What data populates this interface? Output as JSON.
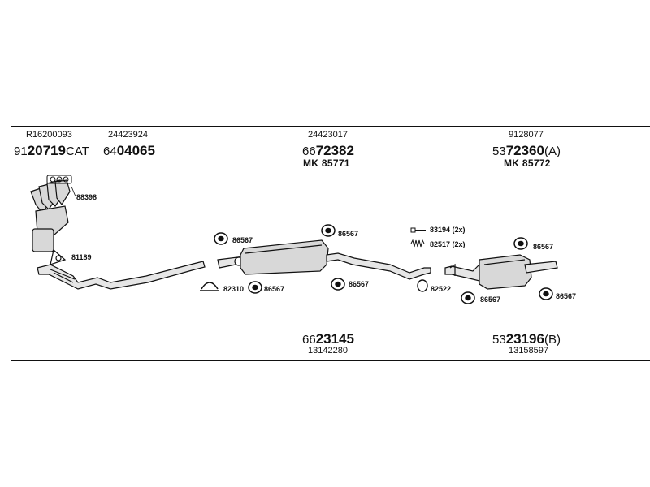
{
  "top_refs": {
    "catalyst_ref": "R16200093",
    "manifold_ref": "24423924",
    "middle_ref": "24423017",
    "rear_ref": "9128077"
  },
  "part_numbers": {
    "catalyst": {
      "prefix": "91",
      "main": "20719",
      "suffix": "CAT"
    },
    "front_pipe": {
      "prefix": "64",
      "main": "04065",
      "suffix": ""
    },
    "middle_silencer": {
      "prefix": "66",
      "main": "72382",
      "suffix": ""
    },
    "rear_silencer_a": {
      "prefix": "53",
      "main": "72360",
      "suffix": "(A)"
    },
    "middle_bottom": {
      "prefix": "66",
      "main": "23145",
      "suffix": ""
    },
    "rear_silencer_b": {
      "prefix": "53",
      "main": "23196",
      "suffix": "(B)"
    }
  },
  "mk_codes": {
    "middle": "MK 85771",
    "rear": "MK 85772"
  },
  "bottom_refs": {
    "middle": "13142280",
    "rear": "13158597"
  },
  "callouts": {
    "gasket_manifold": "88398",
    "gasket_cat": "81189",
    "mount_1": "86567",
    "clamp": "82310",
    "mount_2": "86567",
    "mount_3": "86567",
    "mount_4": "86567",
    "screw": "83194 (2x)",
    "spring": "82517 (2x)",
    "ring": "82522",
    "mount_5": "86567",
    "mount_6": "86567",
    "mount_7": "86567"
  },
  "colors": {
    "line": "#111111",
    "fill_light": "#d8d8d8",
    "fill_mid": "#bdbdbd"
  }
}
